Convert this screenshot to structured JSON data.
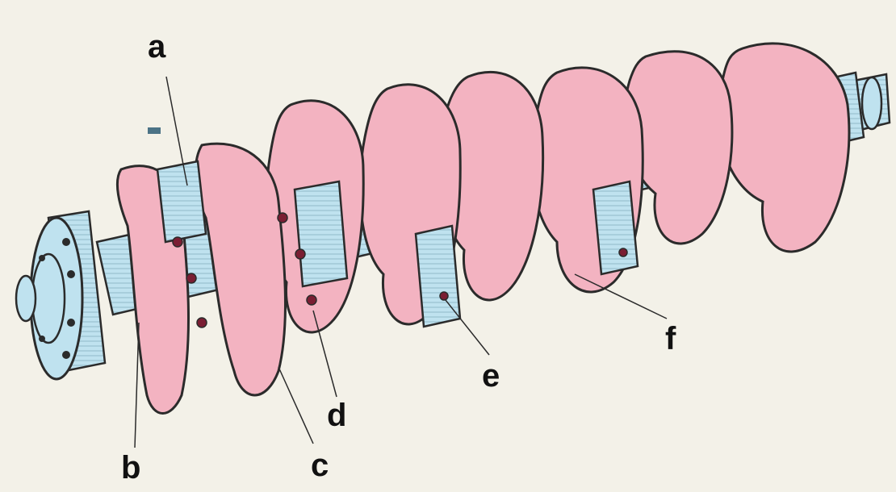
{
  "labels": {
    "a": "a",
    "b": "b",
    "c": "c",
    "d": "d",
    "e": "e",
    "f": "f"
  },
  "colors": {
    "background": "#f3f1e8",
    "web_fill": "#f3b3c1",
    "journal_fill": "#bfe2ef",
    "outline": "#2b2b2b",
    "label_text": "#111111"
  }
}
